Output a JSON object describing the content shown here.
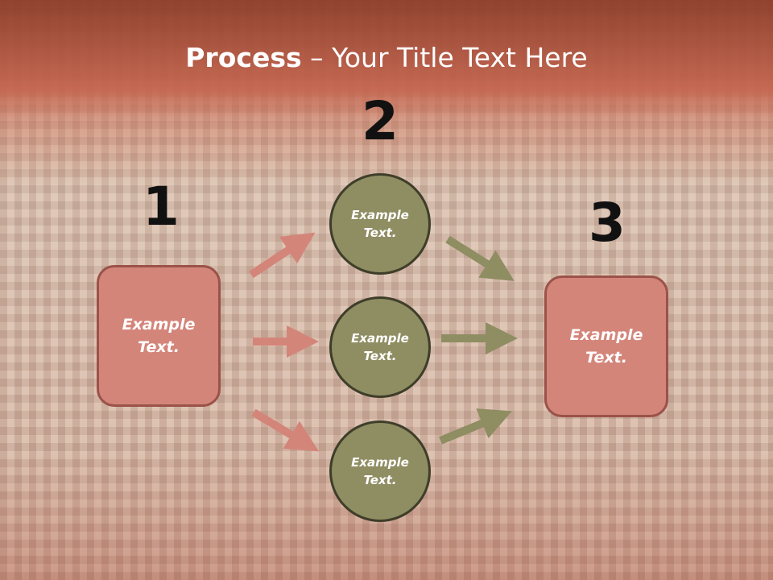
{
  "title": {
    "bold": "Process",
    "rest": " – Your Title Text Here"
  },
  "steps": [
    {
      "number": "1"
    },
    {
      "number": "2"
    },
    {
      "number": "3"
    }
  ],
  "left_box": {
    "text": "Example\nText."
  },
  "right_box": {
    "text": "Example\nText."
  },
  "circles": [
    {
      "text": "Example\nText."
    },
    {
      "text": "Example\nText."
    },
    {
      "text": "Example\nText."
    }
  ],
  "colors": {
    "box_fill": "#d4857a",
    "circle_fill": "#8f8d62",
    "arrow_left": "#d4857a",
    "arrow_right": "#8f8d62"
  }
}
